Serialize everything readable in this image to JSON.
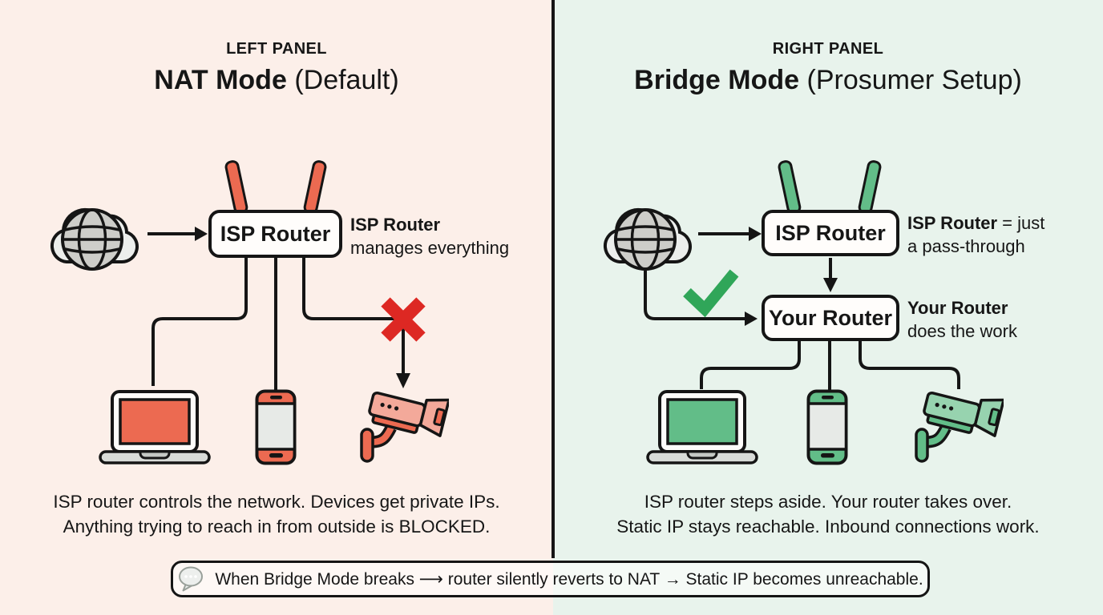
{
  "left_panel": {
    "eyebrow": "LEFT PANEL",
    "title": "NAT Mode",
    "title_suffix": " (Default)",
    "router_box": "ISP Router",
    "note_bold": "ISP Router",
    "note_line2": "manages everything",
    "caption_line1": "ISP router controls the network. Devices get private IPs.",
    "caption_line2": "Anything trying to reach in from outside is BLOCKED."
  },
  "right_panel": {
    "eyebrow": "RIGHT PANEL",
    "title": "Bridge Mode",
    "title_suffix": " (Prosumer Setup)",
    "isp_router_box": "ISP Router",
    "isp_note_bold": "ISP Router",
    "isp_note_rest": " = just",
    "isp_note_line2": "a pass-through",
    "your_router_box": "Your Router",
    "your_note_bold": "Your Router",
    "your_note_line2": "does the work",
    "caption_line1": "ISP router steps aside. Your router takes over.",
    "caption_line2": "Static IP stays reachable. Inbound connections work."
  },
  "footer": {
    "note": "When Bridge Mode breaks ⟶ router silently reverts to NAT → Static IP becomes unreachable."
  },
  "colors": {
    "left_bg": "#fcefe9",
    "right_bg": "#e8f3ec",
    "outline": "#151515",
    "box_bg": "#fffdfb",
    "salmon": "#ec6a51",
    "salmon_light": "#f3a99a",
    "red_x": "#dd2823",
    "green": "#62bd88",
    "green_light": "#97d3af",
    "green_check": "#30a659"
  }
}
